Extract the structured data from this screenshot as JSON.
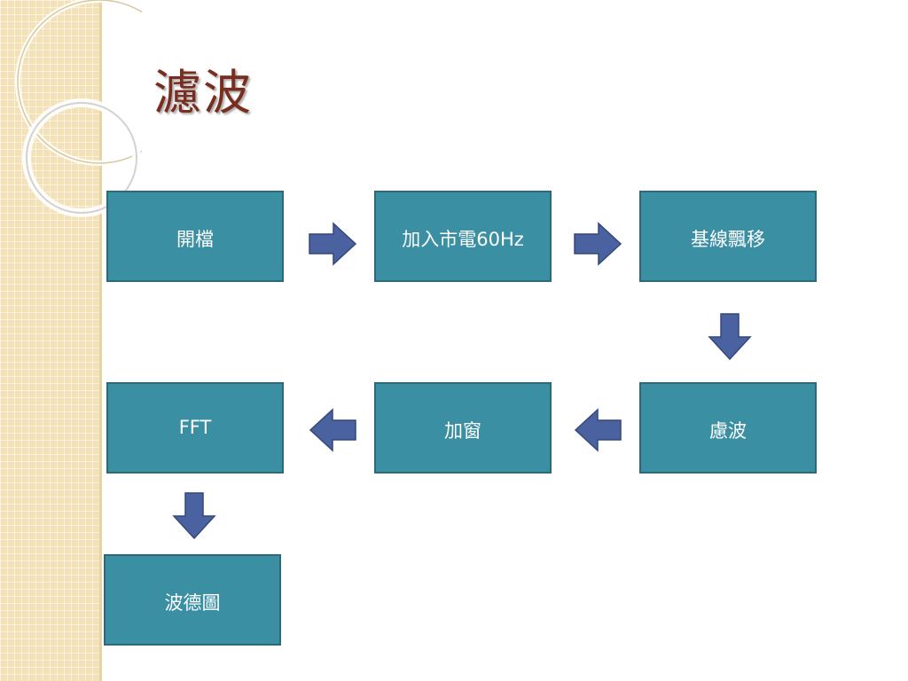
{
  "slide": {
    "title": "濾波"
  },
  "flow": {
    "steps": [
      {
        "id": "open-file",
        "label": "開檔"
      },
      {
        "id": "add-mains",
        "label": "加入市電60Hz"
      },
      {
        "id": "baseline-drift",
        "label": "基線飄移"
      },
      {
        "id": "filter",
        "label": "慮波"
      },
      {
        "id": "windowing",
        "label": "加窗"
      },
      {
        "id": "fft",
        "label": "FFT"
      },
      {
        "id": "bode-plot",
        "label": "波德圖"
      }
    ]
  },
  "colors": {
    "box_fill": "#3a8fa3",
    "box_border": "#2a6a79",
    "arrow_fill": "#4a63a0",
    "title": "#7a2d1f"
  }
}
